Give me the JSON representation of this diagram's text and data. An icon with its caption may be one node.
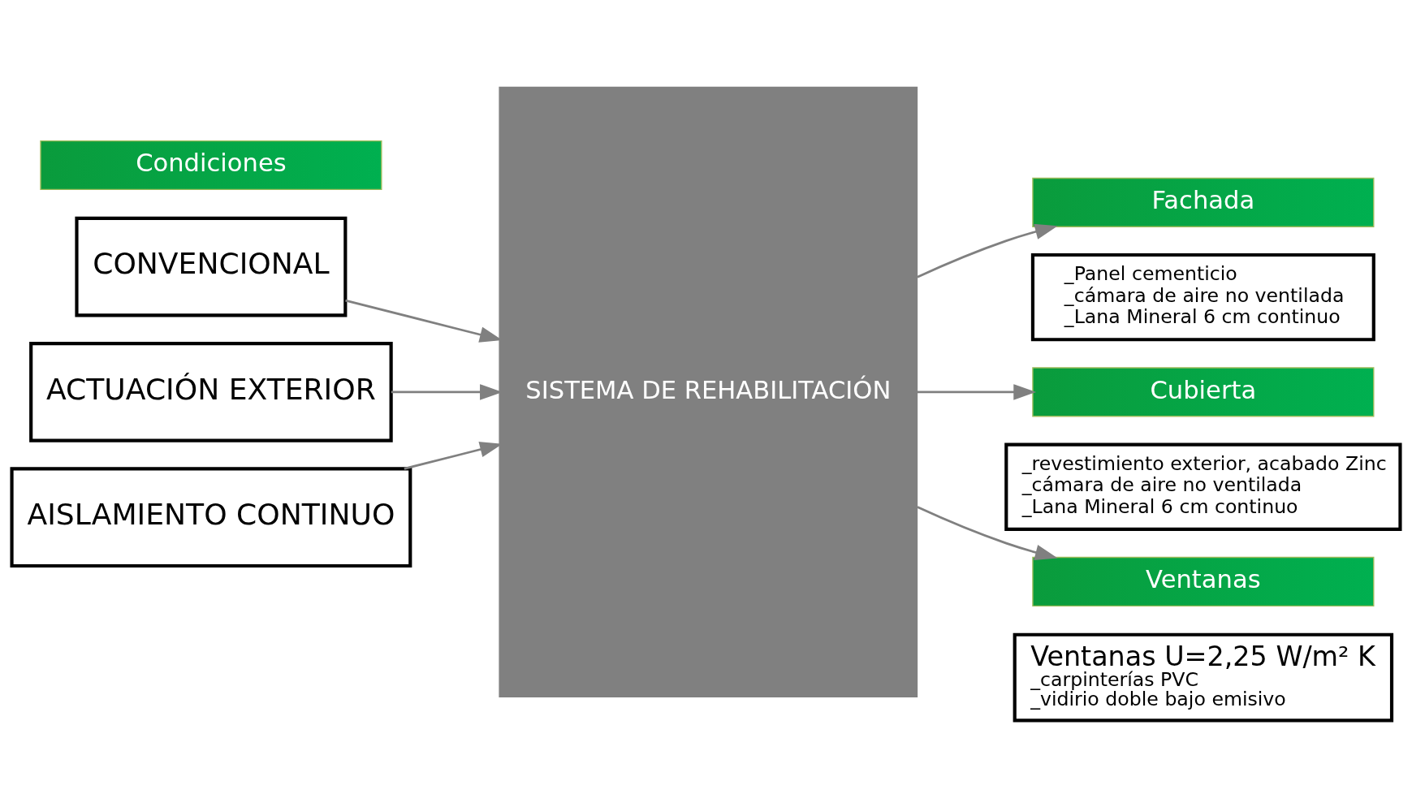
{
  "diagram": {
    "nodes": [
      {
        "text": [
          "Condiciones"
        ]
      },
      {
        "text": [
          "CONVENCIONAL"
        ]
      },
      {
        "text": [
          "ACTUACIÓN EXTERIOR"
        ]
      },
      {
        "text": [
          "AISLAMIENTO CONTINUO"
        ]
      },
      {
        "text": [
          "SISTEMA DE REHABILITACIÓN"
        ]
      },
      {
        "text": [
          "Fachada"
        ]
      },
      {
        "text": [
          "_Panel cementicio",
          "_cámara de aire no ventilada",
          "_Lana Mineral 6 cm continuo"
        ]
      },
      {
        "text": [
          "Cubierta"
        ]
      },
      {
        "text": [
          "_revestimiento exterior, acabado Zinc",
          "_cámara de aire no ventilada",
          "_Lana Mineral 6 cm continuo"
        ]
      },
      {
        "text": [
          "Ventanas"
        ]
      },
      {
        "text": [
          "Ventanas U=2,25 W/m² K",
          "_carpinterías PVC",
          "_vidirio doble bajo emisivo"
        ]
      }
    ],
    "edges": [
      {
        "from": 1,
        "to": 4,
        "arrow": "to"
      },
      {
        "from": 2,
        "to": 4,
        "arrow": "to"
      },
      {
        "from": 3,
        "to": 4,
        "arrow": "to"
      },
      {
        "from": 4,
        "to": 5,
        "arrow": "to"
      },
      {
        "from": 4,
        "to": 7,
        "arrow": "to"
      },
      {
        "from": 4,
        "to": 9,
        "arrow": "to"
      }
    ]
  }
}
